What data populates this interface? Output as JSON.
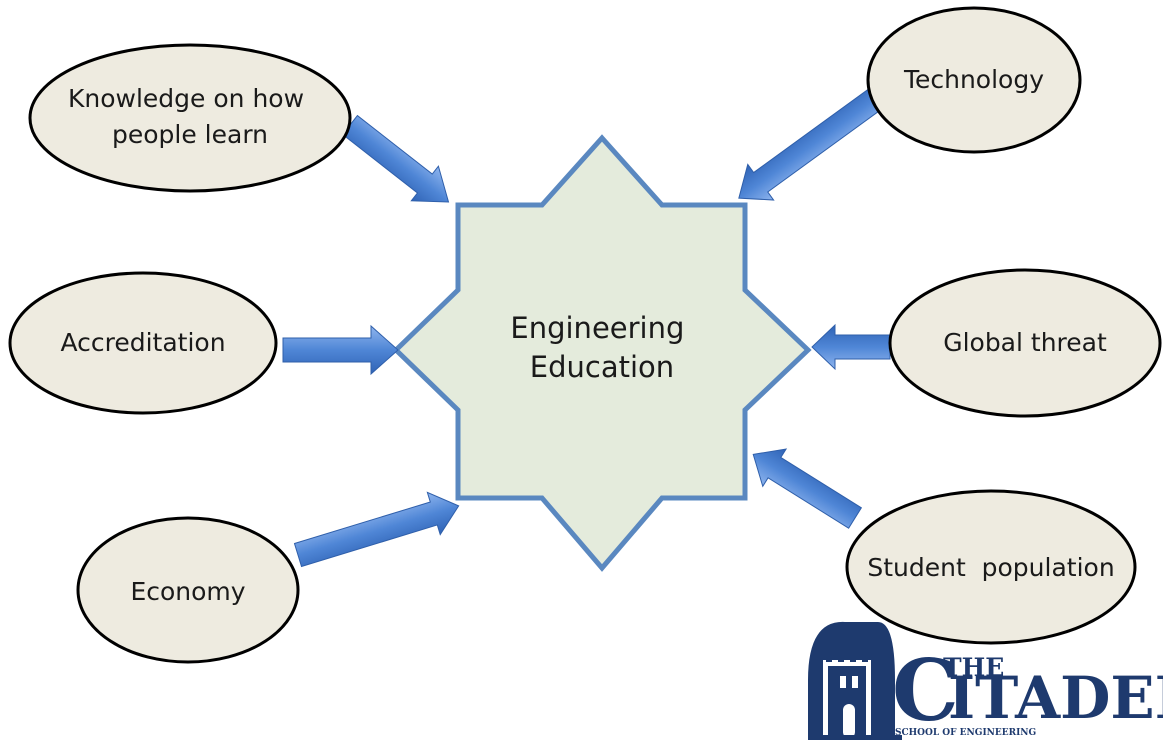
{
  "center": {
    "lines": [
      "Engineering",
      "Education"
    ]
  },
  "nodes": [
    {
      "id": "knowledge",
      "lines": [
        "Knowledge on how",
        "people learn"
      ]
    },
    {
      "id": "accreditation",
      "lines": [
        "Accreditation"
      ]
    },
    {
      "id": "economy",
      "lines": [
        "Economy"
      ]
    },
    {
      "id": "technology",
      "lines": [
        "Technology"
      ]
    },
    {
      "id": "global-threat",
      "lines": [
        "Global threat"
      ]
    },
    {
      "id": "student-population",
      "lines": [
        "Student  population"
      ]
    }
  ],
  "logo": {
    "the": "THE",
    "c": "C",
    "itadel": "ITADEL",
    "sub": "SCHOOL OF ENGINEERING"
  },
  "colors": {
    "ellipse_fill": "#eeebe0",
    "ellipse_stroke": "#000000",
    "star_fill": "#e4ebdc",
    "star_stroke": "#5a88c0",
    "arrow_fill": "#4f86d6",
    "arrow_stroke": "#2f5faa",
    "logo_color": "#1e3a6e"
  }
}
